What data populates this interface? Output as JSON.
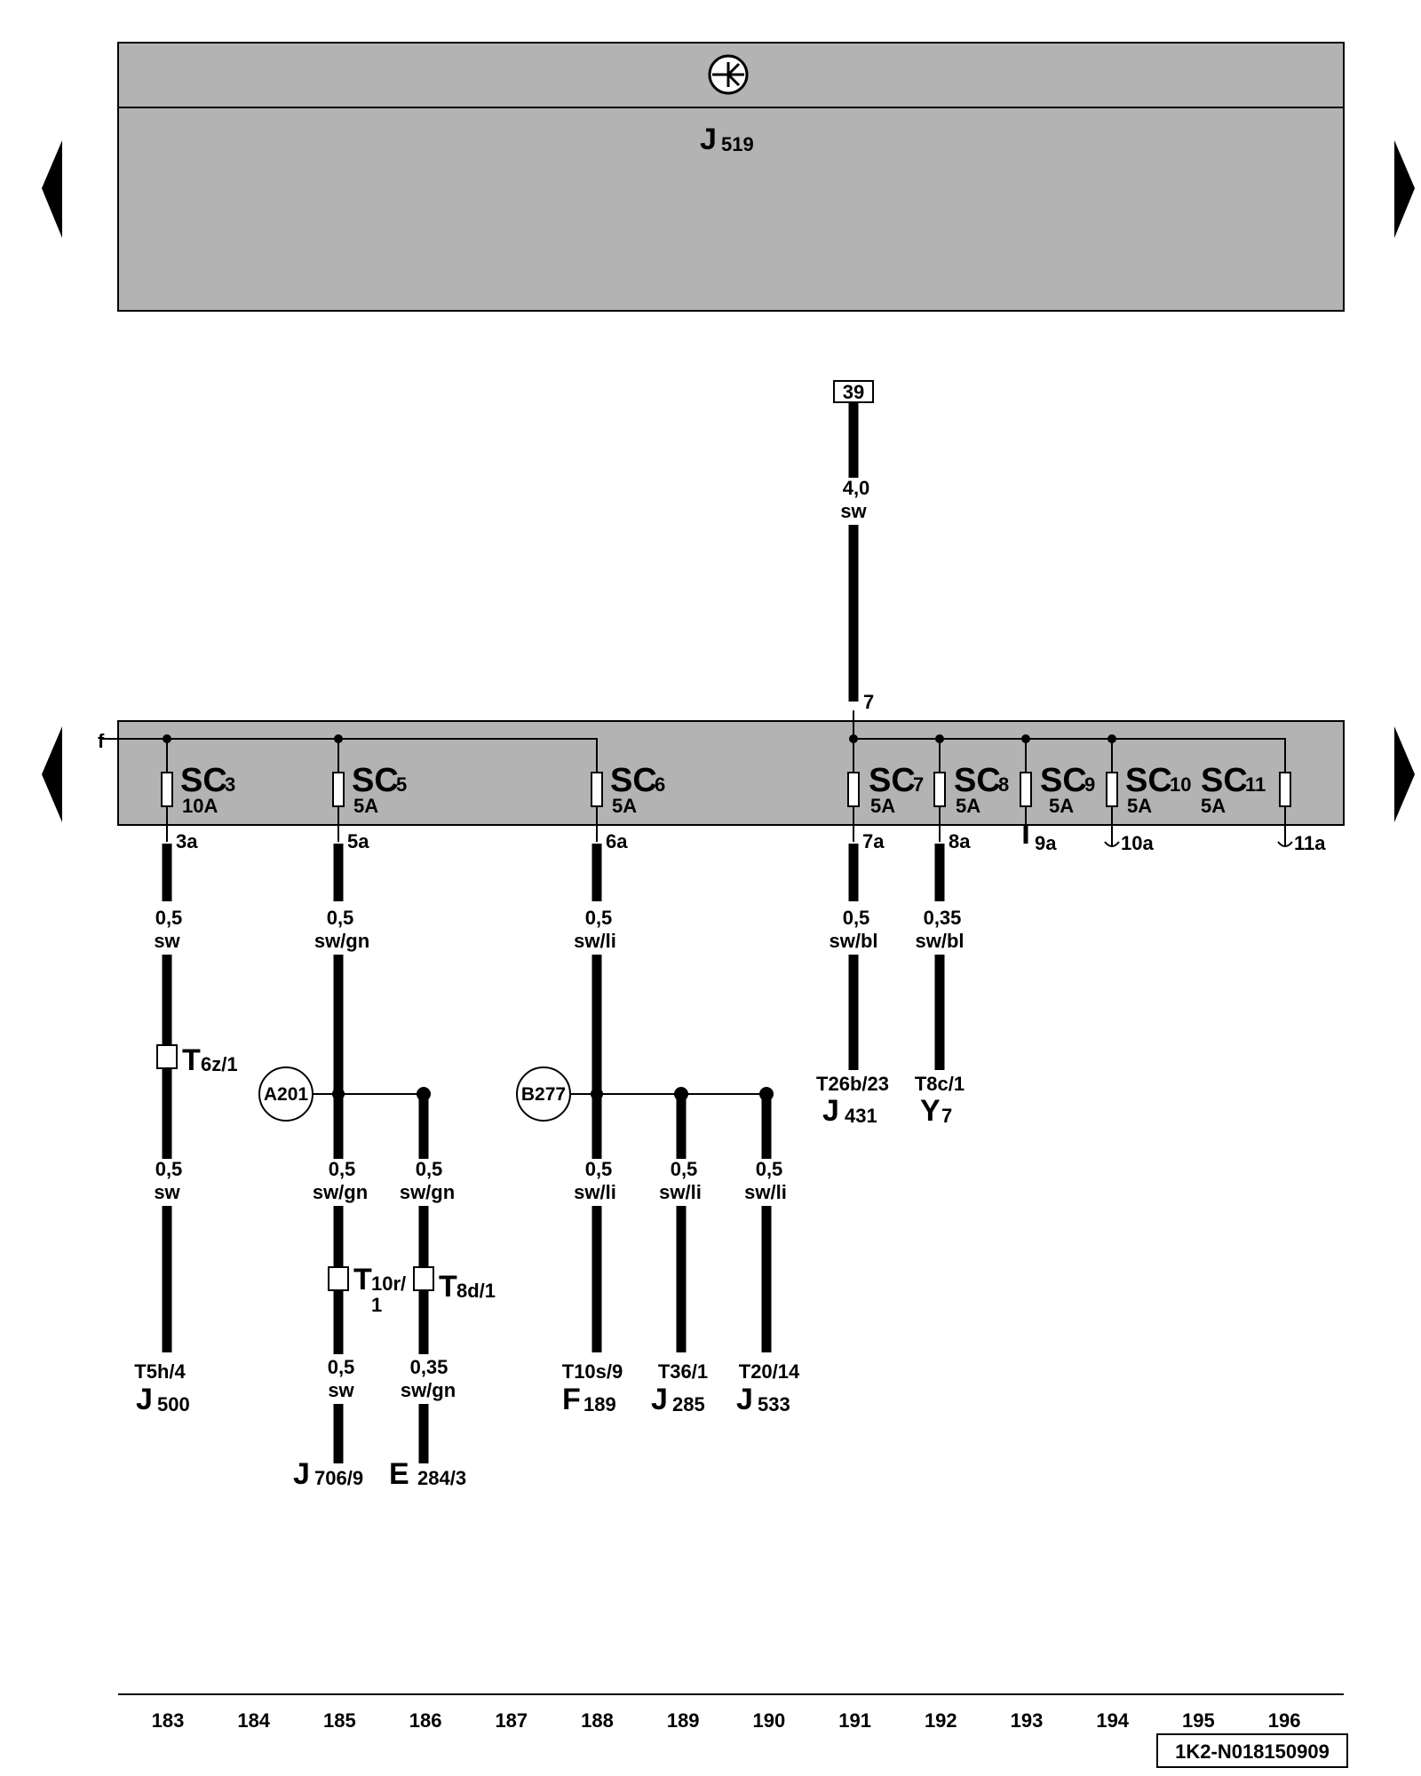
{
  "module_j519": {
    "letter": "J",
    "number": "519"
  },
  "relay_39": "39",
  "main_wire": {
    "gauge": "4,0",
    "color": "sw",
    "pin": "7"
  },
  "fuse_strip_label": "f",
  "fuses": [
    {
      "sc": "SC",
      "num": "3",
      "amp": "10A",
      "out_pin": "3a"
    },
    {
      "sc": "SC",
      "num": "5",
      "amp": "5A",
      "out_pin": "5a"
    },
    {
      "sc": "SC",
      "num": "6",
      "amp": "5A",
      "out_pin": "6a"
    },
    {
      "sc": "SC",
      "num": "7",
      "amp": "5A",
      "out_pin": "7a"
    },
    {
      "sc": "SC",
      "num": "8",
      "amp": "5A",
      "out_pin": "8a"
    },
    {
      "sc": "SC",
      "num": "9",
      "amp": "5A",
      "out_pin": "9a"
    },
    {
      "sc": "SC",
      "num": "10",
      "amp": "5A",
      "out_pin": "10a"
    },
    {
      "sc": "SC",
      "num": "11",
      "amp": "5A",
      "out_pin": "11a"
    }
  ],
  "wires": {
    "w183_a": {
      "gauge": "0,5",
      "color": "sw"
    },
    "w183_b": {
      "gauge": "0,5",
      "color": "sw"
    },
    "w185_a": {
      "gauge": "0,5",
      "color": "sw/gn"
    },
    "w185_b": {
      "gauge": "0,5",
      "color": "sw/gn"
    },
    "w185_c": {
      "gauge": "0,5",
      "color": "sw"
    },
    "w186_b": {
      "gauge": "0,5",
      "color": "sw/gn"
    },
    "w186_c": {
      "gauge": "0,35",
      "color": "sw/gn"
    },
    "w188_a": {
      "gauge": "0,5",
      "color": "sw/li"
    },
    "w188_b": {
      "gauge": "0,5",
      "color": "sw/li"
    },
    "w189_b": {
      "gauge": "0,5",
      "color": "sw/li"
    },
    "w190_b": {
      "gauge": "0,5",
      "color": "sw/li"
    },
    "w191_a": {
      "gauge": "0,5",
      "color": "sw/bl"
    },
    "w192_a": {
      "gauge": "0,35",
      "color": "sw/bl"
    }
  },
  "connectors": {
    "t6z": {
      "letter": "T",
      "sub": "6z/1"
    },
    "t10r": {
      "letter": "T",
      "sub": "10r/",
      "sub2": "1"
    },
    "t8d": {
      "letter": "T",
      "sub": "8d/1"
    }
  },
  "splices": {
    "a201": "A201",
    "b277": "B277"
  },
  "components": {
    "j500": {
      "pin": "T5h/4",
      "letter": "J",
      "number": "500"
    },
    "j706": {
      "letter": "J",
      "number": "706/9"
    },
    "e284": {
      "letter": "E",
      "number": "284/3"
    },
    "f189": {
      "pin": "T10s/9",
      "letter": "F",
      "number": "189"
    },
    "j285": {
      "pin": "T36/1",
      "letter": "J",
      "number": "285"
    },
    "j533": {
      "pin": "T20/14",
      "letter": "J",
      "number": "533"
    },
    "j431": {
      "pin": "T26b/23",
      "letter": "J",
      "number": "431"
    },
    "y7": {
      "pin": "T8c/1",
      "letter": "Y",
      "number": "7"
    }
  },
  "columns": [
    "183",
    "184",
    "185",
    "186",
    "187",
    "188",
    "189",
    "190",
    "191",
    "192",
    "193",
    "194",
    "195",
    "196"
  ],
  "doc_id": "1K2-N018150909"
}
